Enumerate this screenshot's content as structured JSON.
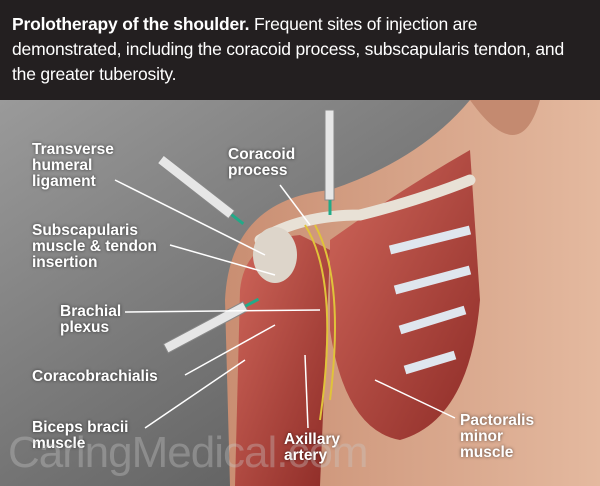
{
  "caption": {
    "title": "Prolotherapy of the shoulder.",
    "text": " Frequent sites of injection are demonstrated, including the coracoid process, subscapularis tendon, and the greater tuberosity."
  },
  "labels": {
    "transverse": [
      "Transverse",
      "humeral",
      "ligament"
    ],
    "coracoid": [
      "Coracoid",
      "process"
    ],
    "subscapularis": [
      "Subscapularis",
      "muscle & tendon",
      "insertion"
    ],
    "brachial": [
      "Brachial",
      "plexus"
    ],
    "coracobrachialis": [
      "Coracobrachialis"
    ],
    "biceps": [
      "Biceps bracii",
      "muscle"
    ],
    "axillary": [
      "Axillary",
      "artery"
    ],
    "pectoralis": [
      "Pactoralis",
      "minor",
      "muscle"
    ]
  },
  "watermark": "CaringMedical.com",
  "colors": {
    "header": "#231f20",
    "muscle": "#b5423a",
    "skin": "#d9a98c"
  }
}
